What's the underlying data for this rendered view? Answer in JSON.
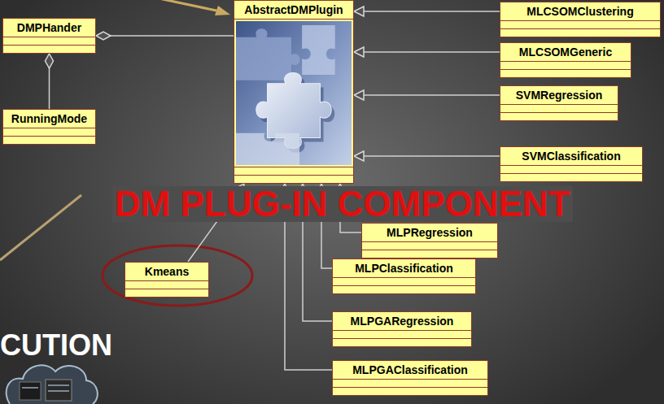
{
  "diagram": {
    "nodes": [
      {
        "text": [
          "DMPHander"
        ]
      },
      {
        "text": [
          "AbstractDMPlugin"
        ]
      },
      {
        "text": [
          "MLCSOMClustering"
        ]
      },
      {
        "text": [
          "MLCSOMGeneric"
        ]
      },
      {
        "text": [
          "RunningMode"
        ]
      },
      {
        "text": [
          "SVMRegression"
        ]
      },
      {
        "text": [
          "SVMClassification"
        ]
      },
      {
        "text": [
          "MLPRegression"
        ]
      },
      {
        "text": [
          "Kmeans"
        ]
      },
      {
        "text": [
          "MLPClassification"
        ]
      },
      {
        "text": [
          "MLPGARegression"
        ]
      },
      {
        "text": [
          "MLPGAClassification"
        ]
      }
    ],
    "edges": [
      {
        "from": 1,
        "to": 0,
        "arrow": "to"
      },
      {
        "from": 4,
        "to": 0,
        "arrow": "to"
      },
      {
        "from": 2,
        "to": 1,
        "arrow": "to"
      },
      {
        "from": 3,
        "to": 1,
        "arrow": "to"
      },
      {
        "from": 5,
        "to": 1,
        "arrow": "to"
      },
      {
        "from": 6,
        "to": 1,
        "arrow": "to"
      },
      {
        "from": 7,
        "to": 1,
        "arrow": "to"
      },
      {
        "from": 8,
        "to": 1,
        "arrow": "to"
      },
      {
        "from": 9,
        "to": 1,
        "arrow": "to"
      },
      {
        "from": 10,
        "to": 1,
        "arrow": "to"
      },
      {
        "from": 11,
        "to": 1,
        "arrow": "to"
      }
    ],
    "labels": [
      "DM PLUG-IN COMPONENT",
      "CUTION"
    ]
  }
}
